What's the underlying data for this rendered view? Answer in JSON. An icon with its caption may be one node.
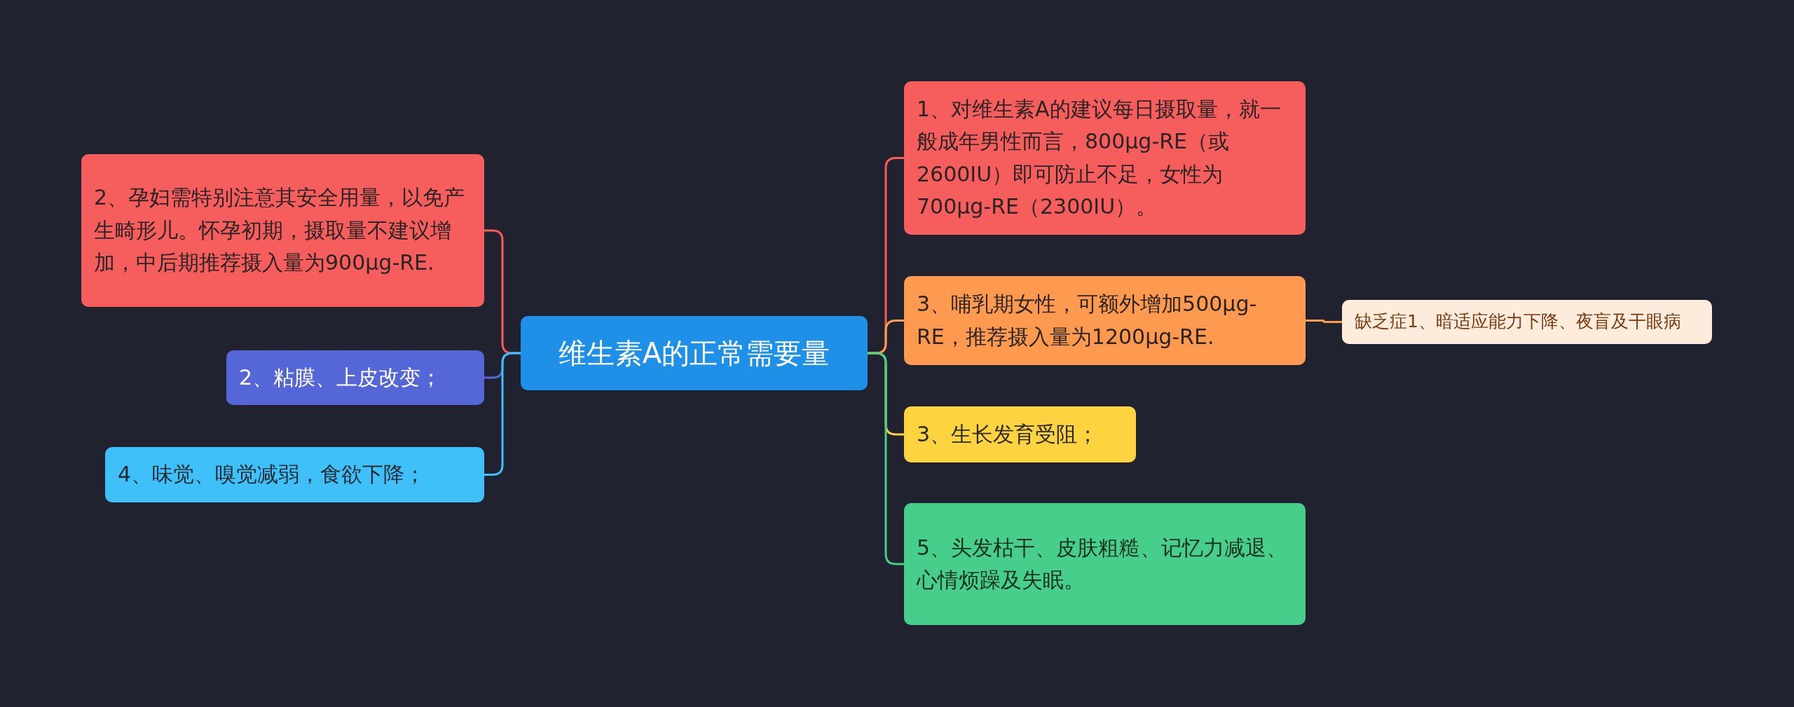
{
  "diagram": {
    "nodes": [
      {
        "text": [
          "维生素A的正常需要量"
        ]
      },
      {
        "text": [
          "2、孕妇需特别注意其安全用量，以免产生畸形儿。怀孕初期，摄取量不建议增加，中后期推荐摄入量为900μg-RE."
        ]
      },
      {
        "text": [
          "2、粘膜、上皮改变；"
        ]
      },
      {
        "text": [
          "4、味觉、嗅觉减弱，食欲下降；"
        ]
      },
      {
        "text": [
          "1、对维生素A的建议每日摄取量，就一般成年男性而言，800μg-RE（或2600IU）即可防止不足，女性为700μg-RE（2300IU）。"
        ]
      },
      {
        "text": [
          "3、哺乳期女性，可额外增加500μg-RE，推荐摄入量为1200μg-RE."
        ]
      },
      {
        "text": [
          "3、生长发育受阻；"
        ]
      },
      {
        "text": [
          "5、头发枯干、皮肤粗糙、记忆力减退、心情烦躁及失眠。"
        ]
      },
      {
        "text": [
          "缺乏症1、暗适应能力下降、夜盲及干眼病"
        ]
      }
    ],
    "edges": [
      {
        "from": 0,
        "to": 1,
        "arrow": "none",
        "color": "#f65d5d"
      },
      {
        "from": 0,
        "to": 2,
        "arrow": "none",
        "color": "#5567d6"
      },
      {
        "from": 0,
        "to": 3,
        "arrow": "none",
        "color": "#3fc0f8"
      },
      {
        "from": 0,
        "to": 4,
        "arrow": "none",
        "color": "#f65d5d"
      },
      {
        "from": 0,
        "to": 5,
        "arrow": "none",
        "color": "#fe9a50"
      },
      {
        "from": 0,
        "to": 6,
        "arrow": "none",
        "color": "#fed340"
      },
      {
        "from": 0,
        "to": 7,
        "arrow": "none",
        "color": "#47ce8a"
      },
      {
        "from": 5,
        "to": 8,
        "arrow": "none",
        "color": "#fe9a50"
      }
    ]
  }
}
